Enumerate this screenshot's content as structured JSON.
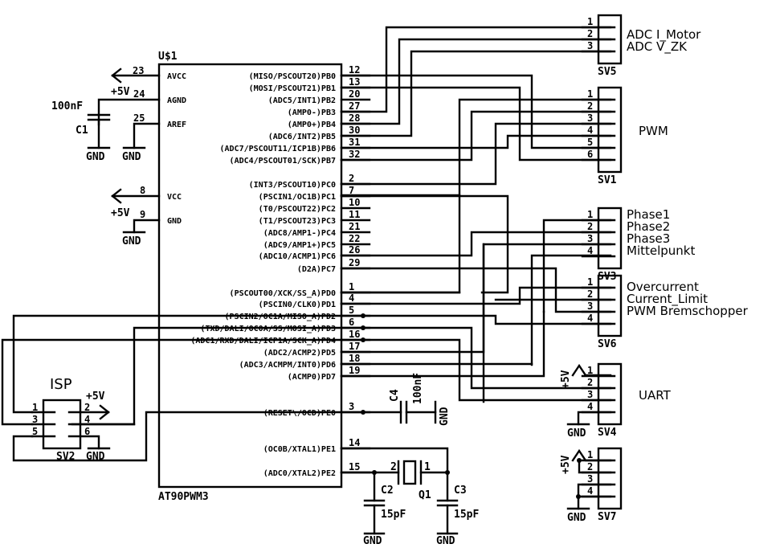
{
  "schematic": {
    "ic": {
      "ref": "U$1",
      "part": "AT90PWM3",
      "left_pins": [
        {
          "name": "AVCC",
          "num": "23",
          "net": "+5V"
        },
        {
          "name": "AGND",
          "num": "24",
          "net": "GND"
        },
        {
          "name": "AREF",
          "num": "25",
          "net": "GND"
        },
        {
          "name": "VCC",
          "num": "8",
          "net": "+5V"
        },
        {
          "name": "GND",
          "num": "9",
          "net": "GND"
        }
      ],
      "right_pins": [
        {
          "name": "(MISO/PSCOUT20)PB0",
          "num": "12"
        },
        {
          "name": "(MOSI/PSCOUT21)PB1",
          "num": "13"
        },
        {
          "name": "(ADC5/INT1)PB2",
          "num": "20"
        },
        {
          "name": "(AMP0-)PB3",
          "num": "27"
        },
        {
          "name": "(AMP0+)PB4",
          "num": "28"
        },
        {
          "name": "(ADC6/INT2)PB5",
          "num": "30"
        },
        {
          "name": "(ADC7/PSCOUT11/ICP1B)PB6",
          "num": "31"
        },
        {
          "name": "(ADC4/PSCOUT01/SCK)PB7",
          "num": "32"
        },
        {
          "name": "(INT3/PSCOUT10)PC0",
          "num": "2"
        },
        {
          "name": "(PSCIN1/OC1B)PC1",
          "num": "7"
        },
        {
          "name": "(T0/PSCOUT22)PC2",
          "num": "10"
        },
        {
          "name": "(T1/PSCOUT23)PC3",
          "num": "11"
        },
        {
          "name": "(ADC8/AMP1-)PC4",
          "num": "21"
        },
        {
          "name": "(ADC9/AMP1+)PC5",
          "num": "22"
        },
        {
          "name": "(ADC10/ACMP1)PC6",
          "num": "26"
        },
        {
          "name": "(D2A)PC7",
          "num": "29"
        },
        {
          "name": "(PSCOUT00/XCK/SS_A)PD0",
          "num": "1"
        },
        {
          "name": "(PSCIN0/CLK0)PD1",
          "num": "4"
        },
        {
          "name": "(PSCIN2/OC1A/MISO_A)PD2",
          "num": "5"
        },
        {
          "name": "(TXD/DALI/OC0A/SS/MOSI_A)PD3",
          "num": "6"
        },
        {
          "name": "(ADC1/RXD/DALI/ICP1A/SCK_A)PD4",
          "num": "16"
        },
        {
          "name": "(ADC2/ACMP2)PD5",
          "num": "17"
        },
        {
          "name": "(ADC3/ACMPM/INT0)PD6",
          "num": "18"
        },
        {
          "name": "(ACMP0)PD7",
          "num": "19"
        },
        {
          "name": "(RESET\\/OCD)PE0",
          "num": "3"
        },
        {
          "name": "(OC0B/XTAL1)PE1",
          "num": "14"
        },
        {
          "name": "(ADC0/XTAL2)PE2",
          "num": "15"
        }
      ]
    },
    "power": {
      "vcc": "+5V",
      "gnd": "GND"
    },
    "components": {
      "c1": {
        "ref": "C1",
        "value": "100nF"
      },
      "c2": {
        "ref": "C2",
        "value": "15pF"
      },
      "c3": {
        "ref": "C3",
        "value": "15pF"
      },
      "c4": {
        "ref": "C4",
        "value": "100nF"
      },
      "q1": {
        "ref": "Q1",
        "pin1": "1",
        "pin2": "2"
      }
    },
    "connectors": {
      "sv5": {
        "ref": "SV5",
        "pins": [
          "1",
          "2",
          "3"
        ],
        "labels": [
          "ADC I_Motor",
          "ADC V_ZK"
        ]
      },
      "sv1": {
        "ref": "SV1",
        "pins": [
          "1",
          "2",
          "3",
          "4",
          "5",
          "6"
        ],
        "labels": [
          "PWM"
        ]
      },
      "sv3": {
        "ref": "SV3",
        "pins": [
          "1",
          "2",
          "3",
          "4"
        ],
        "labels": [
          "Phase1",
          "Phase2",
          "Phase3",
          "Mittelpunkt"
        ]
      },
      "sv6": {
        "ref": "SV6",
        "pins": [
          "1",
          "2",
          "3",
          "4"
        ],
        "labels": [
          "Overcurrent",
          "Current_Limit",
          "PWM Bremschopper"
        ]
      },
      "sv4": {
        "ref": "SV4",
        "pins": [
          "1",
          "2",
          "3",
          "4"
        ],
        "labels": [
          "UART"
        ]
      },
      "sv7": {
        "ref": "SV7",
        "pins": [
          "1",
          "2",
          "3",
          "4"
        ],
        "labels": []
      },
      "sv2": {
        "ref": "SV2",
        "title": "ISP",
        "pins": [
          "1",
          "2",
          "3",
          "4",
          "5",
          "6"
        ]
      }
    }
  }
}
